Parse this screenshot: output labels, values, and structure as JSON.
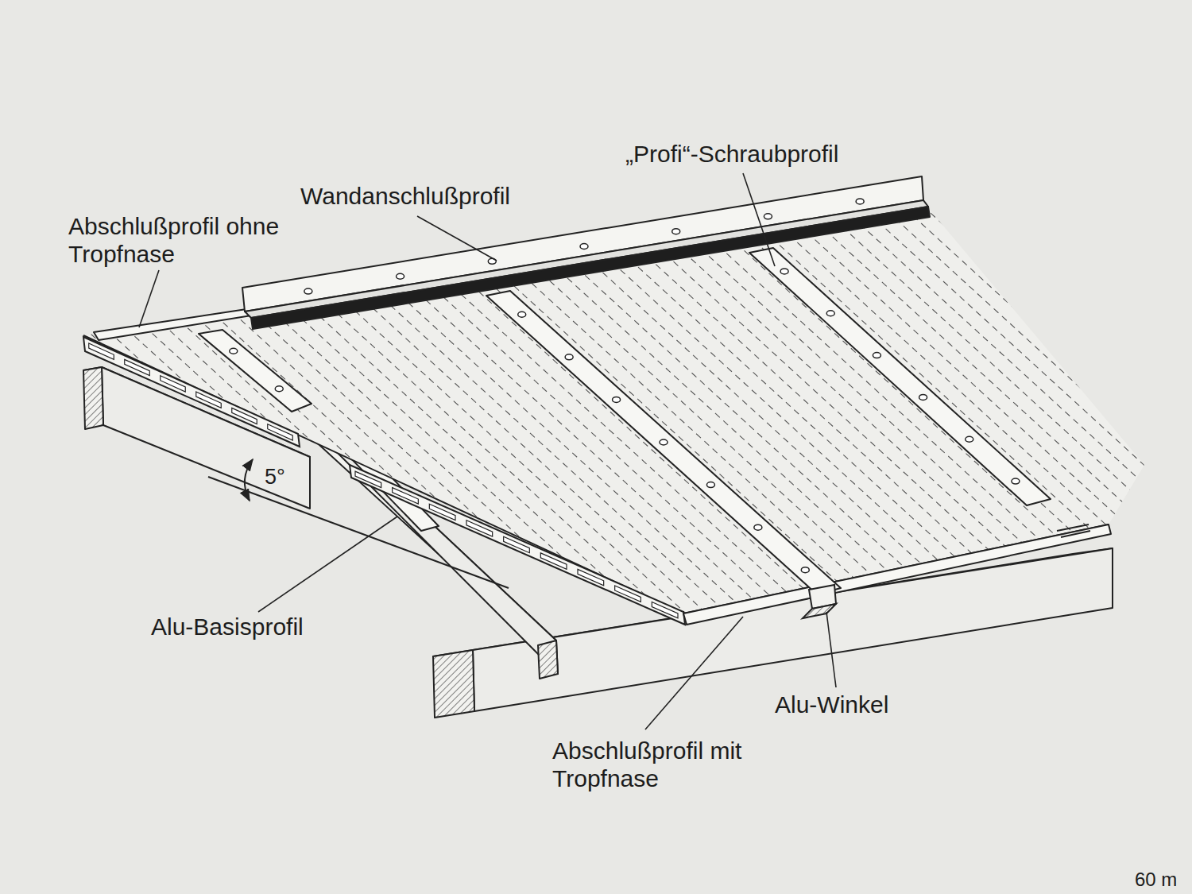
{
  "diagram": {
    "labels": [
      "„Profi“-Schraubprofil",
      "Wandanschlußprofil",
      "Abschlußprofil ohne Tropfnase",
      "5°",
      "Alu-Basisprofil",
      "Alu-Winkel",
      "Abschlußprofil mit Tropfnase",
      "60 m"
    ]
  }
}
